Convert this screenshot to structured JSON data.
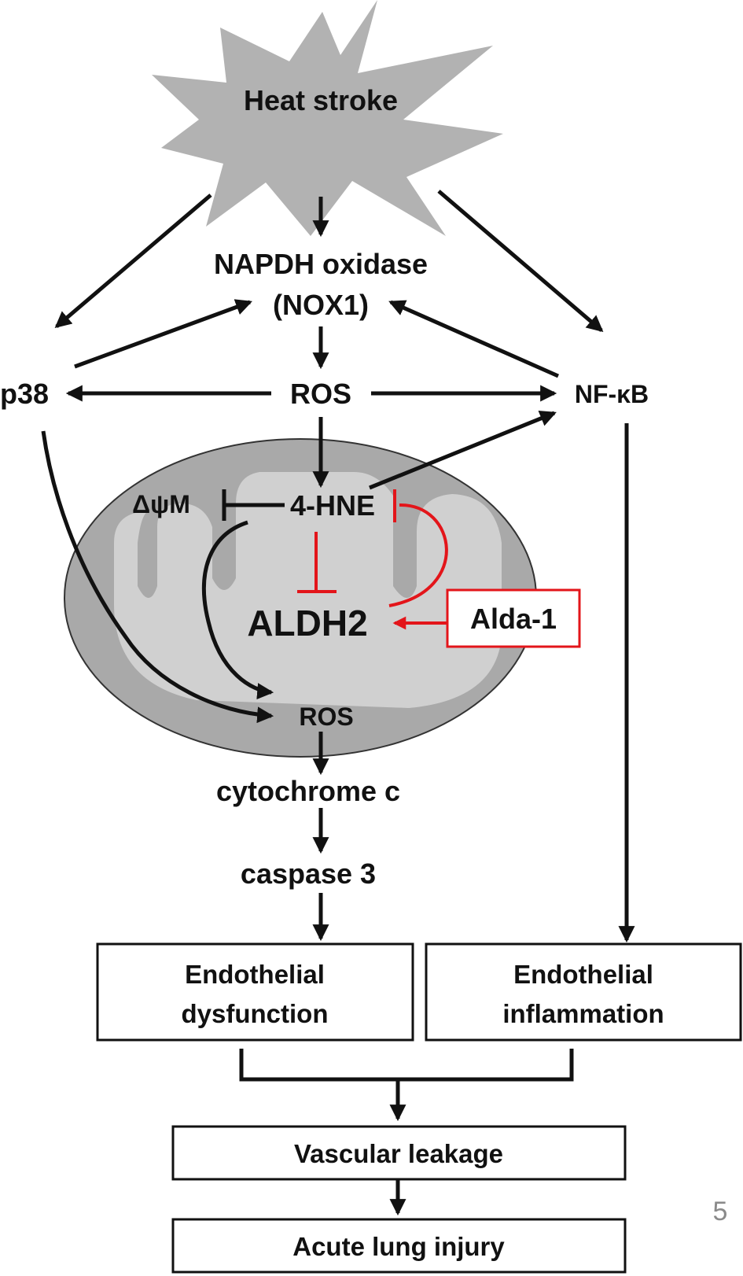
{
  "nodes": {
    "heat_stroke": "Heat stroke",
    "napdh_line1": "NAPDH oxidase",
    "napdh_line2": "(NOX1)",
    "p38": "p38",
    "ros_top": "ROS",
    "nfkb": "NF-κB",
    "delta_psi": "ΔψM",
    "hne": "4-HNE",
    "aldh2": "ALDH2",
    "alda1": "Alda-1",
    "ros_mito": "ROS",
    "cytochrome": "cytochrome c",
    "caspase": "caspase 3",
    "endo_dys_line1": "Endothelial",
    "endo_dys_line2": "dysfunction",
    "endo_inf_line1": "Endothelial",
    "endo_inf_line2": "inflammation",
    "vascular": "Vascular leakage",
    "lung": "Acute lung injury"
  },
  "page_number": "5",
  "colors": {
    "activation": "#111111",
    "inhibition_red": "#e3151a",
    "burst_fill": "#b2b2b2",
    "mito_outer": "#a9a9a9",
    "mito_inner": "#d0d0d0"
  }
}
